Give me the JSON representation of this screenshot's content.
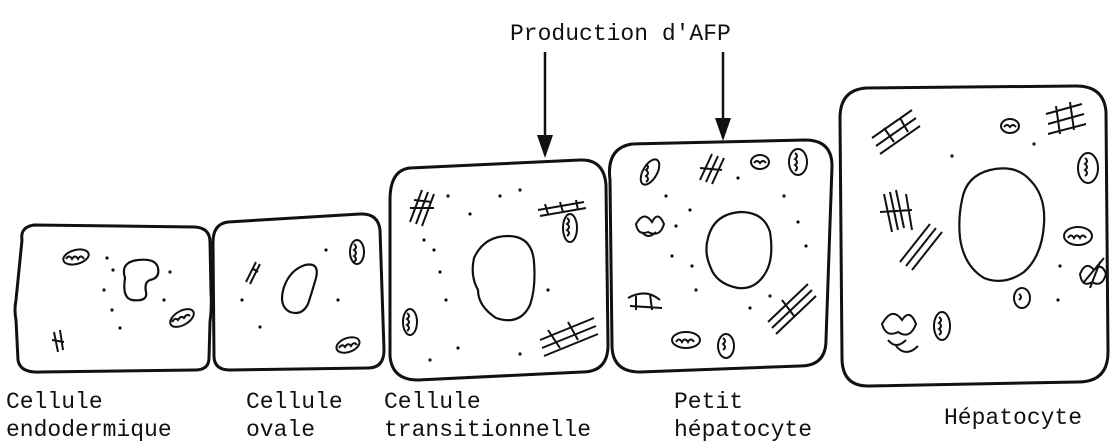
{
  "annotation": {
    "text": "Production d'AFP"
  },
  "cells": [
    {
      "label_line1": "Cellule",
      "label_line2": "endodermique"
    },
    {
      "label_line1": "Cellule",
      "label_line2": "ovale"
    },
    {
      "label_line1": "Cellule",
      "label_line2": "transitionnelle"
    },
    {
      "label_line1": "Petit",
      "label_line2": "hépatocyte"
    },
    {
      "label_line1": "Hépatocyte",
      "label_line2": ""
    }
  ]
}
